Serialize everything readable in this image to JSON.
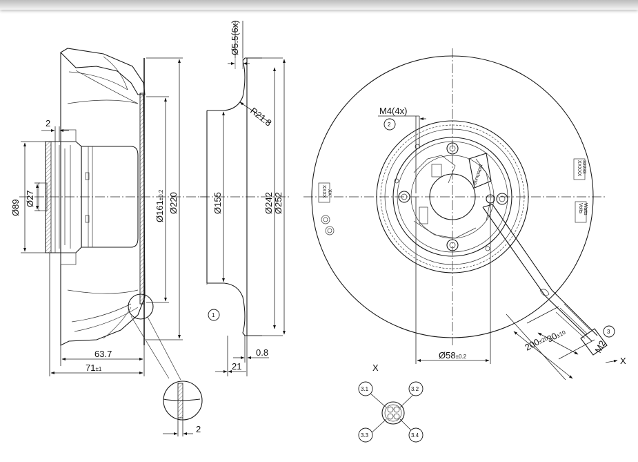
{
  "side_view": {
    "dims": {
      "d89": "Ø89",
      "d27": "Ø27",
      "two_top": "2",
      "d161": "Ø161",
      "d161_tol": "±0.2",
      "d220": "Ø220",
      "len_63_7": "63.7",
      "len_71": "71",
      "len_71_tol": "±1"
    },
    "detail_dim": "2"
  },
  "inlet_ring": {
    "d55": "Ø5.5(6x)",
    "r218": "R21.8",
    "d155": "Ø155",
    "d242": "Ø242",
    "d252": "Ø252",
    "w21": "21",
    "w08": "0.8",
    "item": "1"
  },
  "front_view": {
    "m4": "M4(4x)",
    "item2": "2",
    "d58": "Ø58",
    "d58_tol": "±0.2",
    "len_30": "30",
    "len_30_tol": "±10",
    "len_200": "200",
    "len_200_tol": "±20",
    "item3": "3",
    "m2": "M2",
    "x_arrow": "X",
    "label_left": [
      "XXXX",
      "XX"
    ],
    "label_right": [
      "XXXXX",
      "32233"
    ],
    "label_rating": [
      "Volts",
      "Watts"
    ],
    "nameplate": "ebmpapst"
  },
  "pin_view": {
    "title": "X",
    "pins": [
      "3.1",
      "3.2",
      "3.3",
      "3.4"
    ]
  }
}
